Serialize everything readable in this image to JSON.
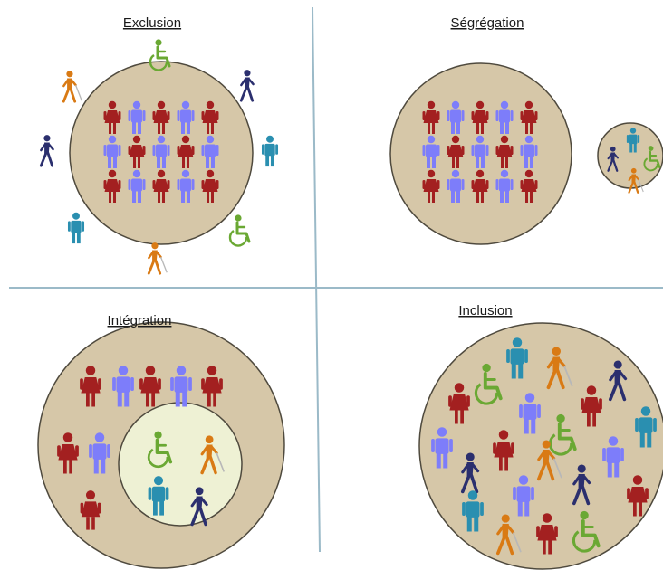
{
  "quadrants": [
    {
      "key": "exclusion",
      "title": "Exclusion"
    },
    {
      "key": "segregation",
      "title": "Ségrégation"
    },
    {
      "key": "integration",
      "title": "Intégration"
    },
    {
      "key": "inclusion",
      "title": "Inclusion"
    }
  ],
  "colors": {
    "circle_fill": "#d6c7a8",
    "circle_stroke": "#4f4a3e",
    "inner_circle_fill": "#eef1d4",
    "divider": "#9bbac8",
    "person_red": "#a32020",
    "person_blue": "#7d7dfa",
    "person_teal": "#2a8fb0",
    "walker_orange": "#d97a14",
    "walker_navy": "#2b2f6e",
    "wheelchair_green": "#6aa833"
  },
  "icon_types": {
    "woman": "woman-figure-icon",
    "man": "man-figure-icon",
    "blind": "blind-walker-icon",
    "walker": "walking-figure-icon",
    "wheelchair": "wheelchair-user-icon"
  }
}
